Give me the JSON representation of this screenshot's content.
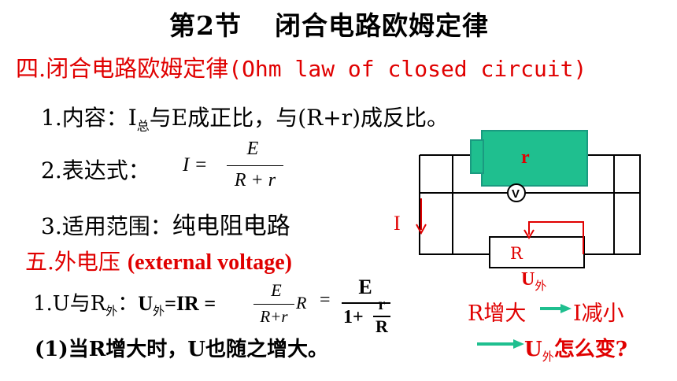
{
  "title": {
    "section": "第2节",
    "name": "闭合电路欧姆定律"
  },
  "section4": {
    "heading": "四.闭合电路欧姆定律",
    "english": "(Ohm law of closed circuit)"
  },
  "item1": {
    "prefix": "1.内容：I",
    "sub": "总",
    "rest": "与E成正比，与(R+r)成反比。"
  },
  "item2": {
    "label": "2.表达式：",
    "lhs": "I =",
    "num": "E",
    "den": "R + r"
  },
  "item3": {
    "label": "3.适用范围：",
    "value": "纯电阻电路"
  },
  "section5": {
    "heading": "五.外电压",
    "english": "(external voltage)"
  },
  "relation": {
    "prefix": "1.U与R",
    "sub": "外",
    "colon": "：",
    "u": "U",
    "usub": "外",
    "eq": "=IR =",
    "num": "E",
    "den": "R+r",
    "r": "R",
    "eq2": "=",
    "bignum": "E",
    "one": "1+",
    "small_num": "r",
    "small_den": "R"
  },
  "question1": "(1)当R增大时，U也随之增大。",
  "circuit": {
    "internal_label": "r",
    "voltmeter": "V",
    "current_label": "I",
    "resistor_label": "R",
    "u_label": "U",
    "u_sub": "外"
  },
  "notes": {
    "r_increase": "R增大",
    "i_decrease": "I减小",
    "u_prefix": "U",
    "u_sub": "外",
    "u_question": "怎么变?"
  },
  "colors": {
    "red": "#e00000",
    "green": "#1fbf8f",
    "teal": "#1a9a80"
  }
}
